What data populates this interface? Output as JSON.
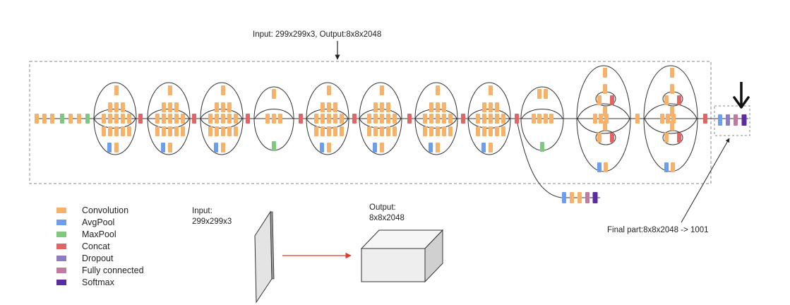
{
  "diagram": {
    "header_label": "Input: 299x299x3, Output:8x8x2048",
    "input_label_line1": "Input:",
    "input_label_line2": "299x299x3",
    "output_label_line1": "Output:",
    "output_label_line2": "8x8x2048",
    "final_label": "Final part:8x8x2048 -> 1001"
  },
  "legend": [
    {
      "label": "Convolution",
      "color": "#f6b26b"
    },
    {
      "label": "AvgPool",
      "color": "#6d9eeb"
    },
    {
      "label": "MaxPool",
      "color": "#7fc97f"
    },
    {
      "label": "Concat",
      "color": "#e06666"
    },
    {
      "label": "Dropout",
      "color": "#8e7cc3"
    },
    {
      "label": "Fully connected",
      "color": "#c27ba0"
    },
    {
      "label": "Softmax",
      "color": "#5b2c9f"
    }
  ],
  "colors": {
    "convolution": "#f6b26b",
    "avgpool": "#6d9eeb",
    "maxpool": "#7fc97f",
    "concat": "#e06666",
    "dropout": "#8e7cc3",
    "fully_connected": "#c27ba0",
    "softmax": "#5b2c9f",
    "line": "#333333",
    "dashed_border": "#888888",
    "arrow_red": "#e03a2b"
  }
}
